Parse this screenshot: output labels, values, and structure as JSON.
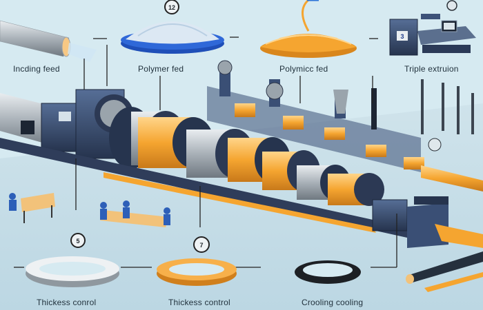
{
  "labels": {
    "incoming_feed": "Incding feed",
    "polymer_fed_1": "Polymer fed",
    "polymer_fed_2": "Polymicc fed",
    "triple_extrusion": "Triple extruion",
    "thickness_control_1": "Thickess conrol",
    "thickness_control_2": "Thickess control",
    "cooling": "Crooling cooling"
  },
  "badges": {
    "top": "12",
    "left": "5",
    "middle": "7"
  },
  "monitor_badge": "3",
  "colors": {
    "background": "#d6eaf1",
    "cable_orange": "#f5a530",
    "machine_blue": "#3a4f75",
    "machine_dark": "#243047",
    "steel": "#b9c0c6"
  }
}
